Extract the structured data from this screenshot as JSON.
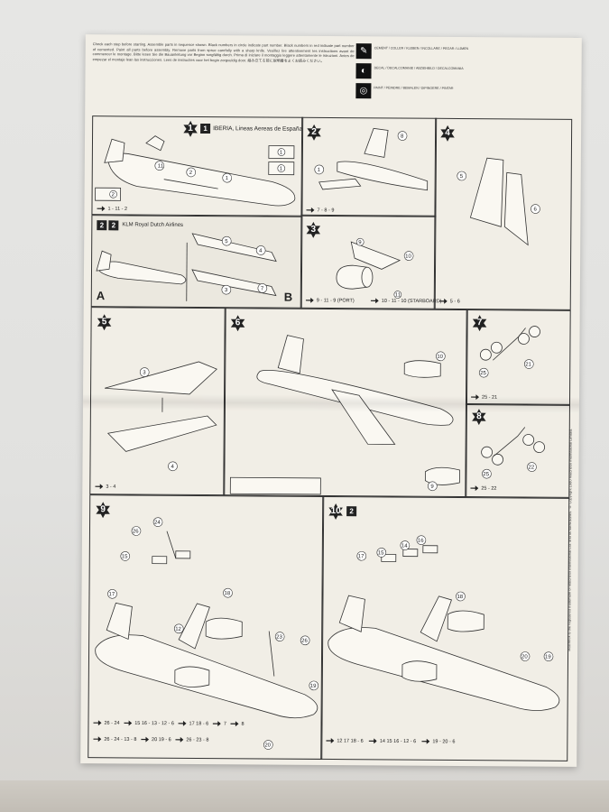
{
  "intro_text": "Check each step before starting. Assemble parts in sequence shown. Black numbers in circle indicate part number. Black numbers in red indicate part number of cemented. Paint all parts before assembly. Remove parts from sprue carefully with a sharp knife. Veuillez lire attentivement les instructions avant de commencer le montage. Bitte lesen Sie die Bauanleitung vor Beginn sorgfältig durch. Prima di iniziare il montaggio leggere attentamente le istruzioni. Antes de empezar el montaje lean las instrucciones. Lees de instructies voor het begin zorgvuldig door. 組み立てる前に説明書をよくお読みください。",
  "legend": [
    {
      "icon": "cement-icon",
      "glyph": "✎",
      "text": "CEMENT / COLLER / KLEBEN / INCOLLARE / PEGAR / LIJMEN"
    },
    {
      "icon": "decal-icon",
      "glyph": "◐",
      "text": "DECAL / DECALCOMANIE / ABZIEHBILD / DECALCOMANIA"
    },
    {
      "icon": "paint-icon",
      "glyph": "◎",
      "text": "PAINT / PEINDRE / BEMALEN / DIPINGERE / PINTAR"
    }
  ],
  "steps": {
    "s1": {
      "badge": "1",
      "sub": "1",
      "title": "IBERIA, Lineas Aereas de España",
      "parts": "1 - 11 - 2"
    },
    "s1b": {
      "badge_a": "2",
      "badge_b": "2",
      "title": "KLM Royal Dutch Airlines",
      "a": "A",
      "b": "B"
    },
    "s2": {
      "badge": "2",
      "parts": "7 - 8 - 9"
    },
    "s3": {
      "badge": "3",
      "port": "9 - 11 - 9 (PORT)",
      "starboard": "10 - 11 - 10 (STARBOARD)"
    },
    "s4": {
      "badge": "4",
      "parts": "5 - 6"
    },
    "s5": {
      "badge": "5",
      "parts": "3 - 4"
    },
    "s6": {
      "badge": "6"
    },
    "s7": {
      "badge": "7",
      "parts": "25 - 21"
    },
    "s8": {
      "badge": "8",
      "parts": "25 - 22"
    },
    "s9": {
      "badge": "9",
      "row1": [
        "26 - 24",
        "15 16 - 13 - 12 - 6",
        "17 18 - 6",
        "7",
        "8"
      ],
      "row2": [
        "26 - 24 - 13 - 8",
        "20 19 - 6",
        "26 - 23 - 8"
      ]
    },
    "s10": {
      "badge": "10",
      "sub": "2",
      "row1": [
        "12 17 18 - 6",
        "14 15 16 - 12 - 6",
        "19 - 20 - 6"
      ]
    }
  },
  "side_text": "Matchbox is the registered trademark of Matchbox International Ltd. and its subsidiaries.   © Copyright 1980 Matchbox International Limited."
}
